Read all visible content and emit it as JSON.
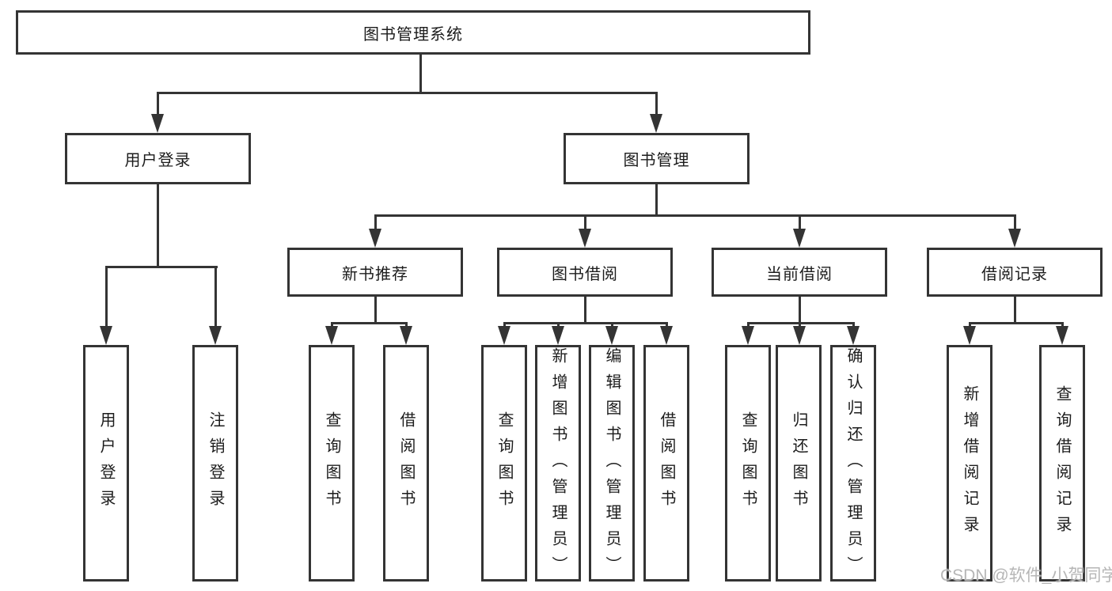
{
  "colors": {
    "line": "#343434",
    "box_border": "#343434",
    "text": "#1c1c1c",
    "background": "#ffffff",
    "watermark": "#b6b6b6"
  },
  "watermark": {
    "text": "CSDN @软件_小贺同学"
  },
  "tree": {
    "root": {
      "label": "图书管理系统"
    },
    "branches": [
      {
        "label": "用户登录",
        "children": [
          {
            "label": "用户登录"
          },
          {
            "label": "注销登录"
          }
        ]
      },
      {
        "label": "图书管理",
        "children": [
          {
            "label": "新书推荐",
            "children": [
              {
                "label": "查询图书"
              },
              {
                "label": "借阅图书"
              }
            ]
          },
          {
            "label": "图书借阅",
            "children": [
              {
                "label": "查询图书"
              },
              {
                "label": "新增图书（管理员）"
              },
              {
                "label": "编辑图书（管理员）"
              },
              {
                "label": "借阅图书"
              }
            ]
          },
          {
            "label": "当前借阅",
            "children": [
              {
                "label": "查询图书"
              },
              {
                "label": "归还图书"
              },
              {
                "label": "确认归还（管理员）"
              }
            ]
          },
          {
            "label": "借阅记录",
            "children": [
              {
                "label": "新增借阅记录"
              },
              {
                "label": "查询借阅记录"
              }
            ]
          }
        ]
      }
    ]
  }
}
